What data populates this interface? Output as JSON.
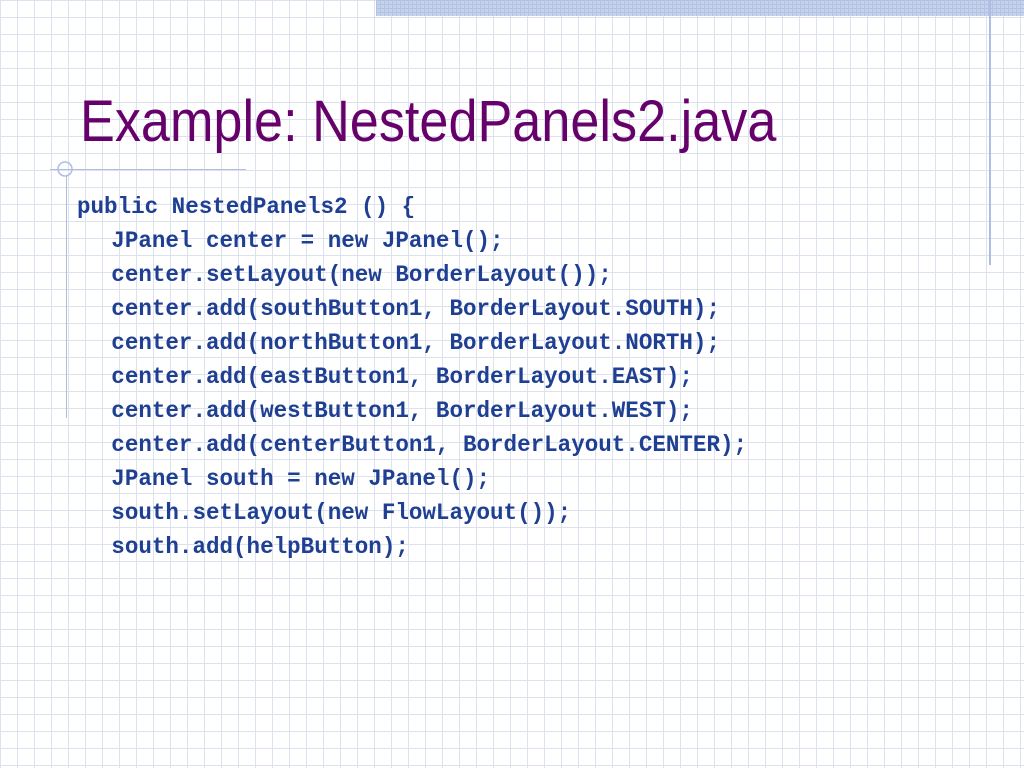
{
  "slide": {
    "title": "Example: NestedPanels2.java"
  },
  "code": {
    "lines": [
      "public NestedPanels2 () {",
      "JPanel center = new JPanel();",
      "center.setLayout(new BorderLayout());",
      "center.add(southButton1, BorderLayout.SOUTH);",
      "center.add(northButton1, BorderLayout.NORTH);",
      "center.add(eastButton1, BorderLayout.EAST);",
      "center.add(westButton1, BorderLayout.WEST);",
      "center.add(centerButton1, BorderLayout.CENTER);",
      "JPanel south = new JPanel();",
      "south.setLayout(new FlowLayout());",
      "south.add(helpButton);"
    ]
  },
  "colors": {
    "title": "#66006a",
    "code": "#1e3f92",
    "grid": "#dde2ef",
    "accent_band": "#c6d2ec"
  },
  "icons": {
    "rule_ornament": "circle-ornament-icon"
  }
}
